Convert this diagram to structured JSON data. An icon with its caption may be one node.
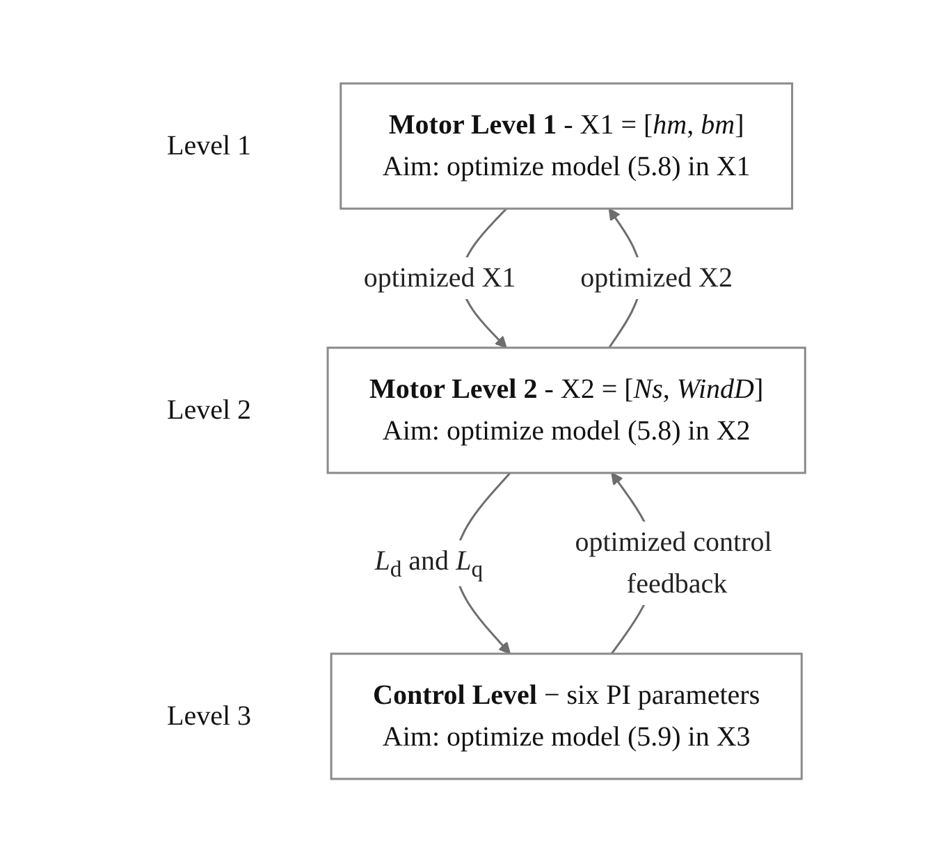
{
  "diagram": {
    "nodes": [
      {
        "text": [
          "**Motor Level 1** - X1 = [*hm*, *bm*]",
          "Aim: optimize model (5.8) in X1"
        ],
        "beside": [
          "Level 1"
        ]
      },
      {
        "text": [
          "**Motor Level 2** - X2 = [*Ns*, *WindD*]",
          "Aim: optimize model (5.8) in X2"
        ],
        "beside": [
          "Level 2"
        ]
      },
      {
        "text": [
          "**Control Level** − six PI parameters",
          "Aim: optimize model (5.9) in X3"
        ],
        "beside": [
          "Level 3"
        ]
      }
    ],
    "edges": [
      {
        "from": 0,
        "to": 1,
        "arrow": "to",
        "label": "optimized X1"
      },
      {
        "from": 1,
        "to": 0,
        "arrow": "to",
        "label": "optimized X2"
      },
      {
        "from": 1,
        "to": 2,
        "arrow": "to",
        "label": "*L*$_{d}$ and *L*$_{q}$"
      },
      {
        "from": 2,
        "to": 1,
        "arrow": "to",
        "label": "optimized control feedback"
      }
    ]
  }
}
